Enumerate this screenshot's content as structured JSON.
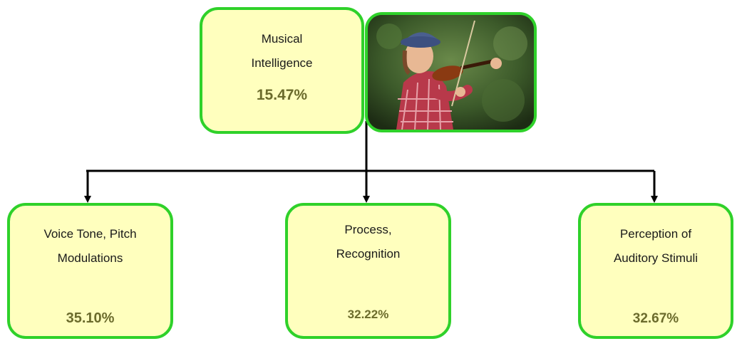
{
  "root": {
    "label_line1": "Musical",
    "label_line2": "Intelligence",
    "value": "15.47%"
  },
  "children": [
    {
      "label_line1": "Voice Tone, Pitch",
      "label_line2": "Modulations",
      "value": "35.10%"
    },
    {
      "label_line1": "Process,",
      "label_line2": "Recognition",
      "value": "32.22%"
    },
    {
      "label_line1": "Perception of",
      "label_line2": "Auditory Stimuli",
      "value": "32.67%"
    }
  ],
  "photo": {
    "subject": "girl-playing-violin"
  },
  "colors": {
    "box_fill": "#ffffbe",
    "box_border": "#2fd12a",
    "value_text": "#6b6b2c",
    "connector": "#000000"
  }
}
